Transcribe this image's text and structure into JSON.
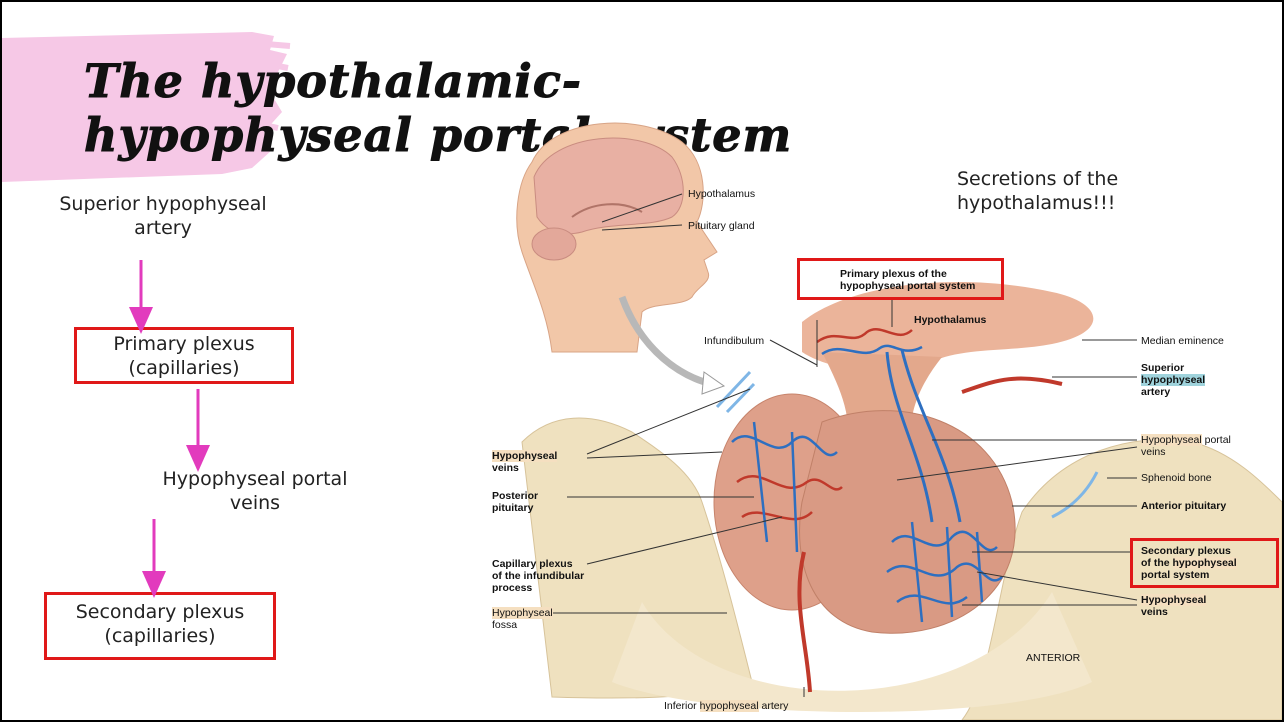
{
  "title": "The hypothalamic-hypophyseal portal system",
  "flow": {
    "step1": "Superior hypophyseal artery",
    "step2": "Primary plexus (capillaries)",
    "step3": "Hypophyseal portal veins",
    "step4": "Secondary  plexus (capillaries)"
  },
  "note": "Secretions of the hypothalamus!!!",
  "figure_labels": {
    "hypothalamus_head": "Hypothalamus",
    "pituitary_gland": "Pituitary gland",
    "primary_plexus": "Primary plexus of the hypophyseal portal system",
    "hypothalamus": "Hypothalamus",
    "infundibulum": "Infundibulum",
    "median_eminence": "Median eminence",
    "superior_artery_1": "Superior",
    "superior_artery_2": "hypophyseal",
    "superior_artery_3": "artery",
    "hypophyseal_veins_left_1": "Hypophyseal",
    "hypophyseal_veins_left_2": "veins",
    "portal_veins_1": "Hypophyseal",
    "portal_veins_2": "portal",
    "portal_veins_3": "veins",
    "sphenoid_bone": "Sphenoid bone",
    "posterior_pituitary_1": "Posterior",
    "posterior_pituitary_2": "pituitary",
    "anterior_pituitary": "Anterior pituitary",
    "capillary_plexus_1": "Capillary plexus",
    "capillary_plexus_2": "of the infundibular",
    "capillary_plexus_3": "process",
    "secondary_plexus_1": "Secondary plexus",
    "secondary_plexus_2": "of the",
    "secondary_plexus_3": "hypophyseal",
    "secondary_plexus_4": "portal system",
    "hypophyseal_fossa_1": "Hypophyseal",
    "hypophyseal_fossa_2": "fossa",
    "hypophyseal_veins_right_1": "Hypophyseal",
    "hypophyseal_veins_right_2": "veins",
    "anterior": "ANTERIOR",
    "inferior_artery_1": "Inferior",
    "inferior_artery_2": "hypophyseal",
    "inferior_artery_3": "artery"
  },
  "colors": {
    "accent_pink": "#e23bbd",
    "box_red": "#e01818",
    "brush_pink": "#f6c8e6",
    "label_highlight": "#f5dfc0",
    "label_highlight_blue": "#9fd3dc"
  }
}
